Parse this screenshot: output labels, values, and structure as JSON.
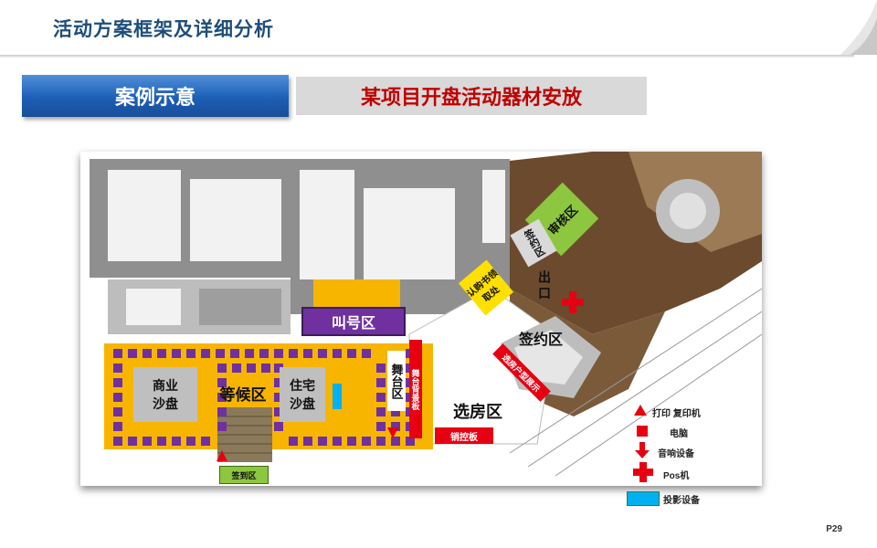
{
  "header": {
    "title": "活动方案框架及详细分析"
  },
  "section": {
    "case_label": "案例示意",
    "plan_title": "某项目开盘活动器材安放"
  },
  "plan": {
    "zones": {
      "call_number": "叫号区",
      "waiting": "等候区",
      "commercial_model_l1": "商业",
      "commercial_model_l2": "沙盘",
      "residential_model_l1": "住宅",
      "residential_model_l2": "沙盘",
      "stage": "舞台区",
      "stage_backdrop": "舞台背景板",
      "selection": "选房区",
      "sales_board": "销控板",
      "contract_top": "签约区",
      "contract_main": "签约区",
      "review": "审核区",
      "subscription": "认购书领取处",
      "checkin": "签到区",
      "upgrade_board": "选房户型展示",
      "exit": "出 口"
    }
  },
  "legend": {
    "print": "打印 复印机",
    "computer": "电脑",
    "audio": "音响设备",
    "pos": "Pos机",
    "projector": "投影设备"
  },
  "colors": {
    "header_blue": "#1f4e79",
    "accent_red": "#c00000",
    "zone_orange": "#f7b500",
    "seat_purple": "#7030a0",
    "zone_green": "#8dc63f",
    "marker_red": "#e60012",
    "projector_cyan": "#00b0f0"
  },
  "page": {
    "number": "P29"
  }
}
